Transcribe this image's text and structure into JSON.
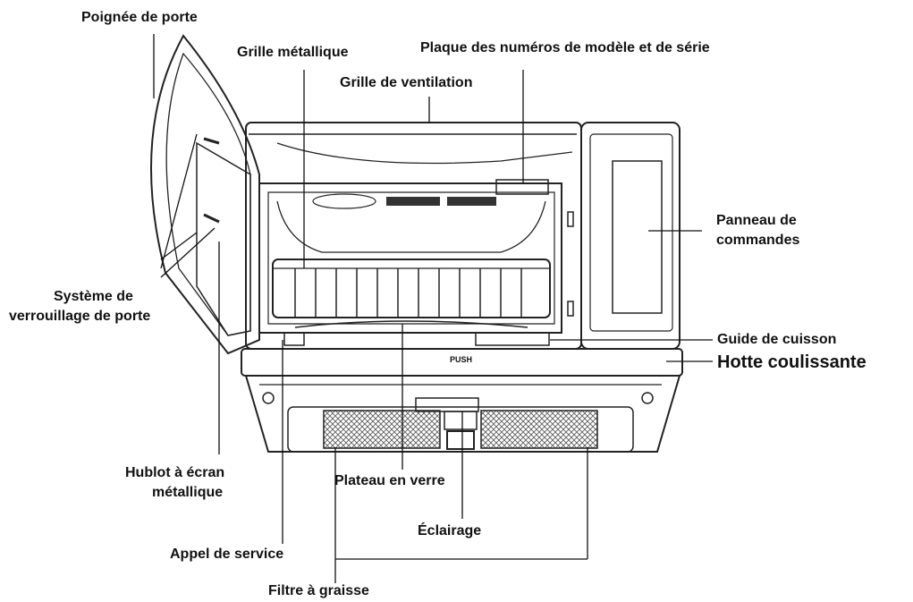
{
  "diagram": {
    "labels": {
      "door_handle": "Poignée de porte",
      "metal_rack": "Grille métallique",
      "model_plate": "Plaque des numéros de modèle et de série",
      "vent_grille": "Grille de ventilation",
      "control_panel_l1": "Panneau de",
      "control_panel_l2": "commandes",
      "door_lock_l1": "Système de",
      "door_lock_l2": "verrouillage de porte",
      "cooking_guide": "Guide de cuisson",
      "vent_hood": "Hotte coulissante",
      "window_l1": "Hublot à écran",
      "window_l2": "métallique",
      "glass_tray": "Plateau en verre",
      "lighting": "Éclairage",
      "service_call": "Appel de service",
      "grease_filter": "Filtre à graisse"
    },
    "push_text": "PUSH"
  }
}
